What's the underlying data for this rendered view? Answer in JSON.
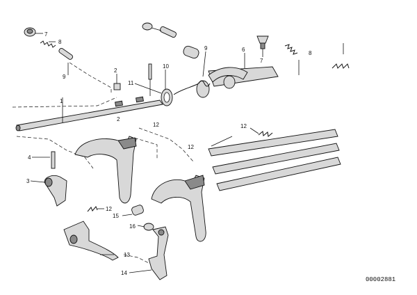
{
  "diagram": {
    "reference_number": "00002881",
    "callouts": [
      {
        "id": "c7a",
        "text": "7"
      },
      {
        "id": "c8a",
        "text": "8"
      },
      {
        "id": "c9a",
        "text": "9"
      },
      {
        "id": "c2a",
        "text": "2"
      },
      {
        "id": "c11",
        "text": "11"
      },
      {
        "id": "c10",
        "text": "10"
      },
      {
        "id": "c9b",
        "text": "9"
      },
      {
        "id": "c6",
        "text": "6"
      },
      {
        "id": "c7b",
        "text": "7"
      },
      {
        "id": "c8b",
        "text": "8"
      },
      {
        "id": "c1",
        "text": "1"
      },
      {
        "id": "c2b",
        "text": "2"
      },
      {
        "id": "c12a",
        "text": "12"
      },
      {
        "id": "c12b",
        "text": "12"
      },
      {
        "id": "c12c",
        "text": "12"
      },
      {
        "id": "c4",
        "text": "4"
      },
      {
        "id": "c3",
        "text": "3"
      },
      {
        "id": "c12d",
        "text": "12"
      },
      {
        "id": "c15",
        "text": "15"
      },
      {
        "id": "c16",
        "text": "16"
      },
      {
        "id": "c13",
        "text": "13"
      },
      {
        "id": "c14",
        "text": "14"
      }
    ]
  }
}
